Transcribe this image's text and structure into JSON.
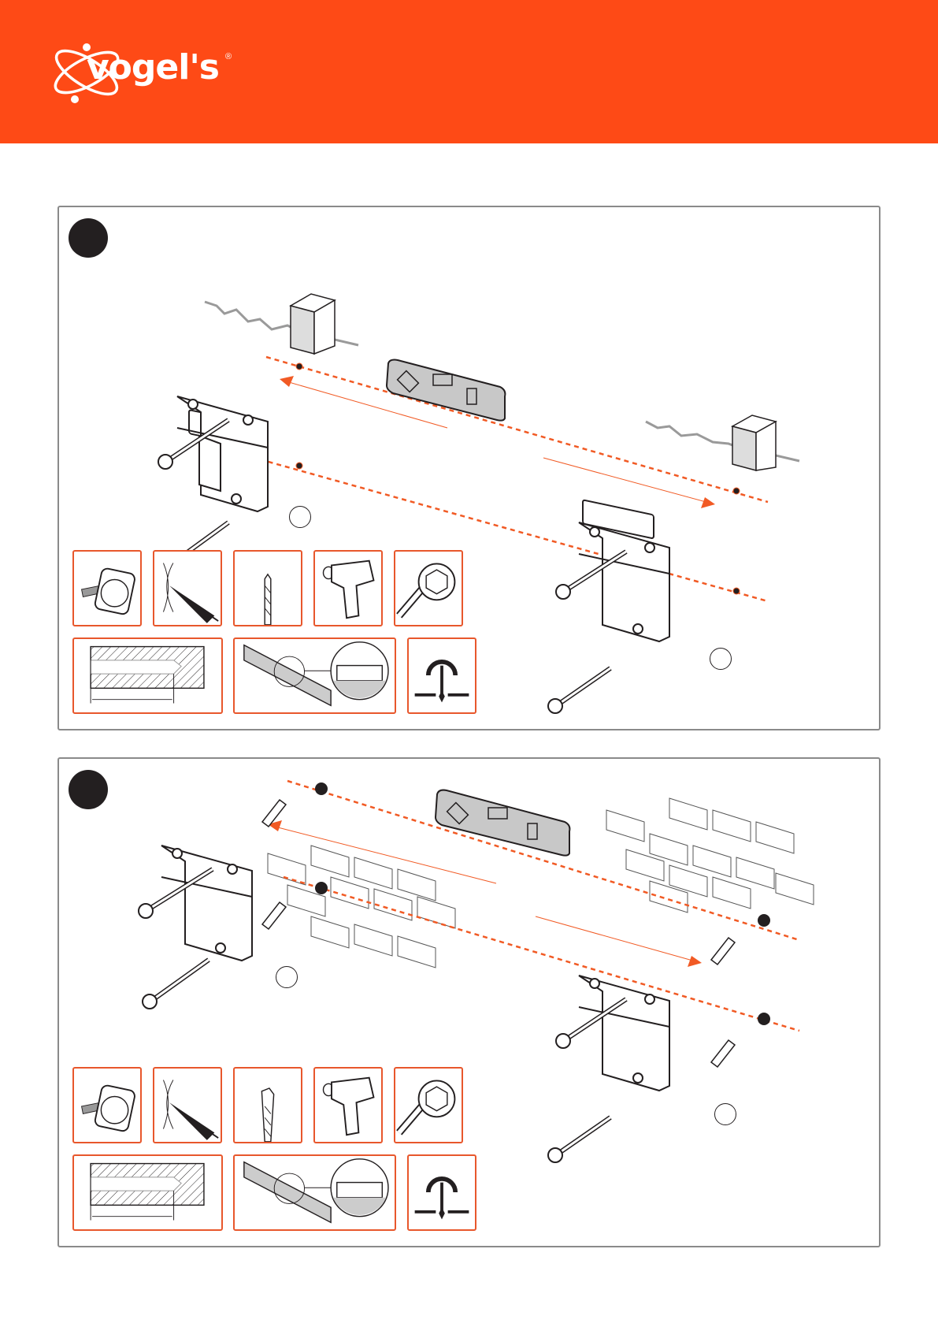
{
  "header": {
    "brand": "vogel's",
    "registered_mark": "®",
    "background_color": "#fe4a16"
  },
  "steps": [
    {
      "step_number_label": "",
      "wall_type": "wood-stud",
      "drill_bit": "wood-drill-bit-icon",
      "tools": [
        "tape-measure-icon",
        "pencil-mark-icon",
        "wood-drill-bit-icon",
        "power-drill-icon",
        "socket-wrench-icon"
      ],
      "guides": [
        "drill-depth-icon",
        "spirit-level-icon",
        "avoid-cables-icon"
      ]
    },
    {
      "step_number_label": "",
      "wall_type": "brick",
      "drill_bit": "masonry-drill-bit-icon",
      "tools": [
        "tape-measure-icon",
        "pencil-mark-icon",
        "masonry-drill-bit-icon",
        "power-drill-icon",
        "socket-wrench-icon"
      ],
      "guides": [
        "drill-depth-icon",
        "spirit-level-icon",
        "avoid-cables-icon"
      ]
    }
  ],
  "colors": {
    "accent": "#e8572c",
    "guide_line": "#f15a24",
    "ink": "#231f20",
    "panel_border": "#8a8a8a",
    "level_fill": "#c8c8c8"
  }
}
